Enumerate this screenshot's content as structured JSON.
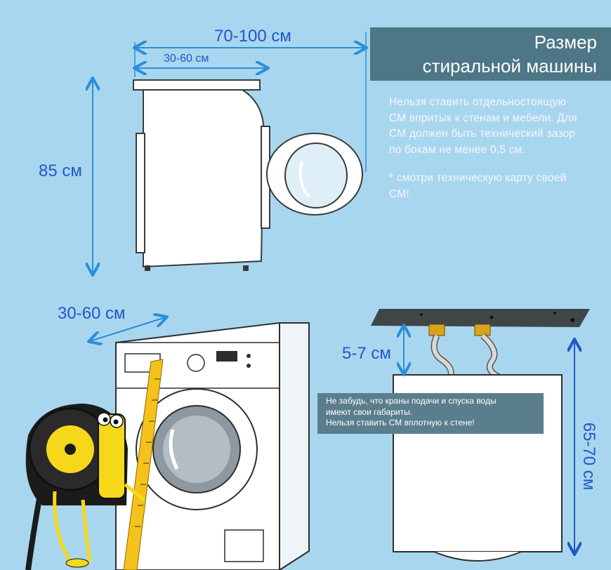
{
  "title": {
    "line1": "Размер",
    "line2": "стиральной машины"
  },
  "info": {
    "paragraph1": "Нельзя ставить отдельностоящую СМ впритык к стенам и мебели. Для СМ должен быть технический зазор по бокам не менее 0,5 см.",
    "paragraph2": "* смотри техническую карту своей СМ!"
  },
  "dimensions": {
    "open_door_width": "70-100 см",
    "body_depth": "30-60 см",
    "height": "85 см",
    "side_depth": "30-60 см",
    "tap_gap": "5-7 см",
    "back_height": "65-70 см"
  },
  "note": {
    "line1": "Не забудь, что краны подачи и спуска воды",
    "line2": "имеют свои габариты.",
    "line3": "Нельзя ставить СМ вплотную к стене!"
  },
  "colors": {
    "background": "#a9d6ef",
    "dimension_blue": "#1f58c8",
    "arrow_blue": "#2a8fd8",
    "title_box": "#4d7686",
    "note_box": "#5b7e8c"
  }
}
